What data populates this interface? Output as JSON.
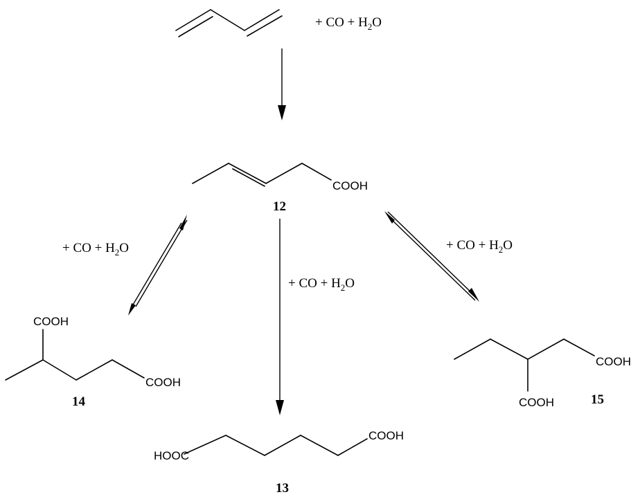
{
  "reagents": {
    "top": {
      "plus1": "+ CO + H",
      "sub": "2",
      "tail": "O"
    },
    "left": {
      "plus1": "+ CO + H",
      "sub": "2",
      "tail": "O"
    },
    "center": {
      "plus1": "+ CO + H",
      "sub": "2",
      "tail": "O"
    },
    "right": {
      "plus1": "+ CO + H",
      "sub": "2",
      "tail": "O"
    }
  },
  "groups": {
    "cooh_12": "COOH",
    "cooh_14_top": "COOH",
    "cooh_14_right": "COOH",
    "hooc_13": "HOOC",
    "cooh_13": "COOH",
    "cooh_15_right": "COOH",
    "cooh_15_bottom": "COOH"
  },
  "compounds": {
    "c12": "12",
    "c13": "13",
    "c14": "14",
    "c15": "15"
  }
}
